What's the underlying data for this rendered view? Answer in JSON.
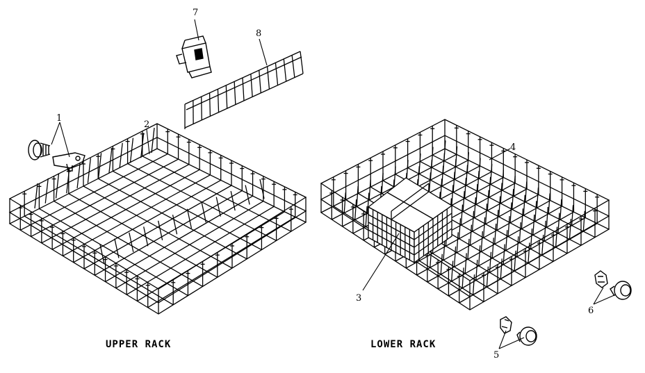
{
  "callouts": {
    "c1": "1",
    "c2": "2",
    "c3": "3",
    "c4": "4",
    "c5": "5",
    "c6": "6",
    "c7": "7",
    "c8": "8"
  },
  "captions": {
    "upper": "UPPER RACK",
    "lower": "LOWER RACK"
  },
  "colors": {
    "ink": "#000000",
    "background": "#ffffff"
  }
}
